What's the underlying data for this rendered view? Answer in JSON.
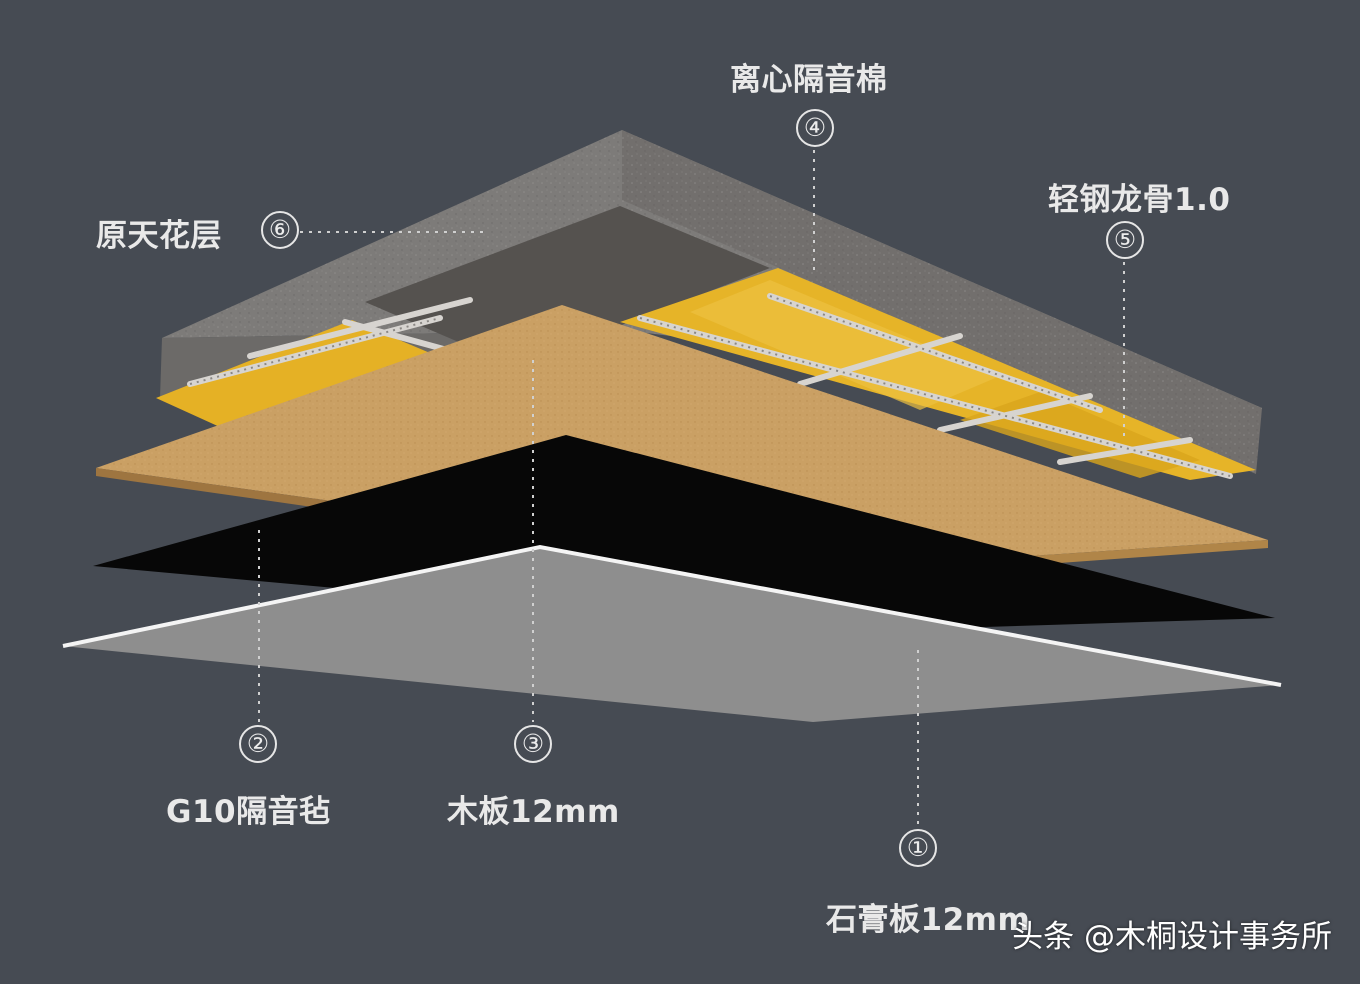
{
  "diagram": {
    "layers": [
      {
        "number": "①",
        "label": "石膏板12mm"
      },
      {
        "number": "②",
        "label": "G10隔音毡"
      },
      {
        "number": "③",
        "label": "木板12mm"
      },
      {
        "number": "④",
        "label": "离心隔音棉"
      },
      {
        "number": "⑤",
        "label": "轻钢龙骨1.0"
      },
      {
        "number": "⑥",
        "label": "原天花层"
      }
    ]
  },
  "colors": {
    "background": "#464b53",
    "concrete": "#7a7876",
    "insulation": "#e7b427",
    "wood": "#c99a5a",
    "acoustic_felt": "#080808",
    "gypsum": "#8f8f8f",
    "label_text": "#e9e9e9"
  },
  "watermark": {
    "text": "头条 @木桐设计事务所"
  }
}
